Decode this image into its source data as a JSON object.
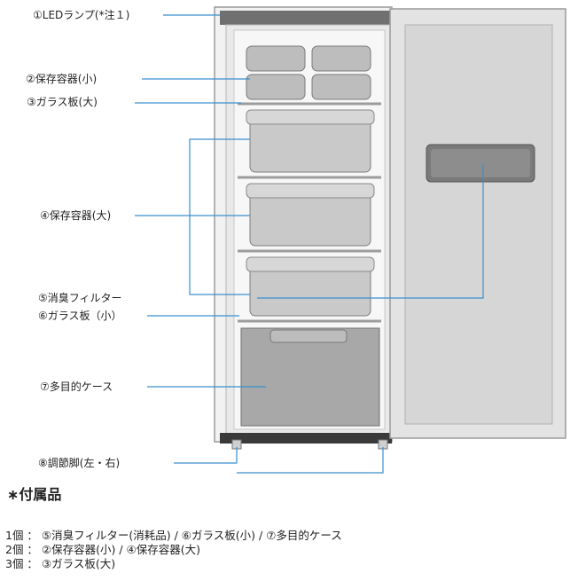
{
  "labels": [
    "①LEDランプ(*注１)",
    "②保存容器(小)",
    "③ガラス板(大)",
    "④保存容器(大)",
    "⑤消臭フィルター",
    "⑥ガラス板（小）",
    "⑦多目的ケース",
    "⑧調節脚(左・右)"
  ],
  "footer": {
    "title": "∗付属品",
    "lines": [
      "1個 ： ⑤消臭フィルター(消耗品) / ⑥ガラス板(小) / ⑦多目的ケース",
      "2個 ： ②保存容器(小) / ④保存容器(大)",
      "3個 ： ③ガラス板(大)"
    ]
  }
}
